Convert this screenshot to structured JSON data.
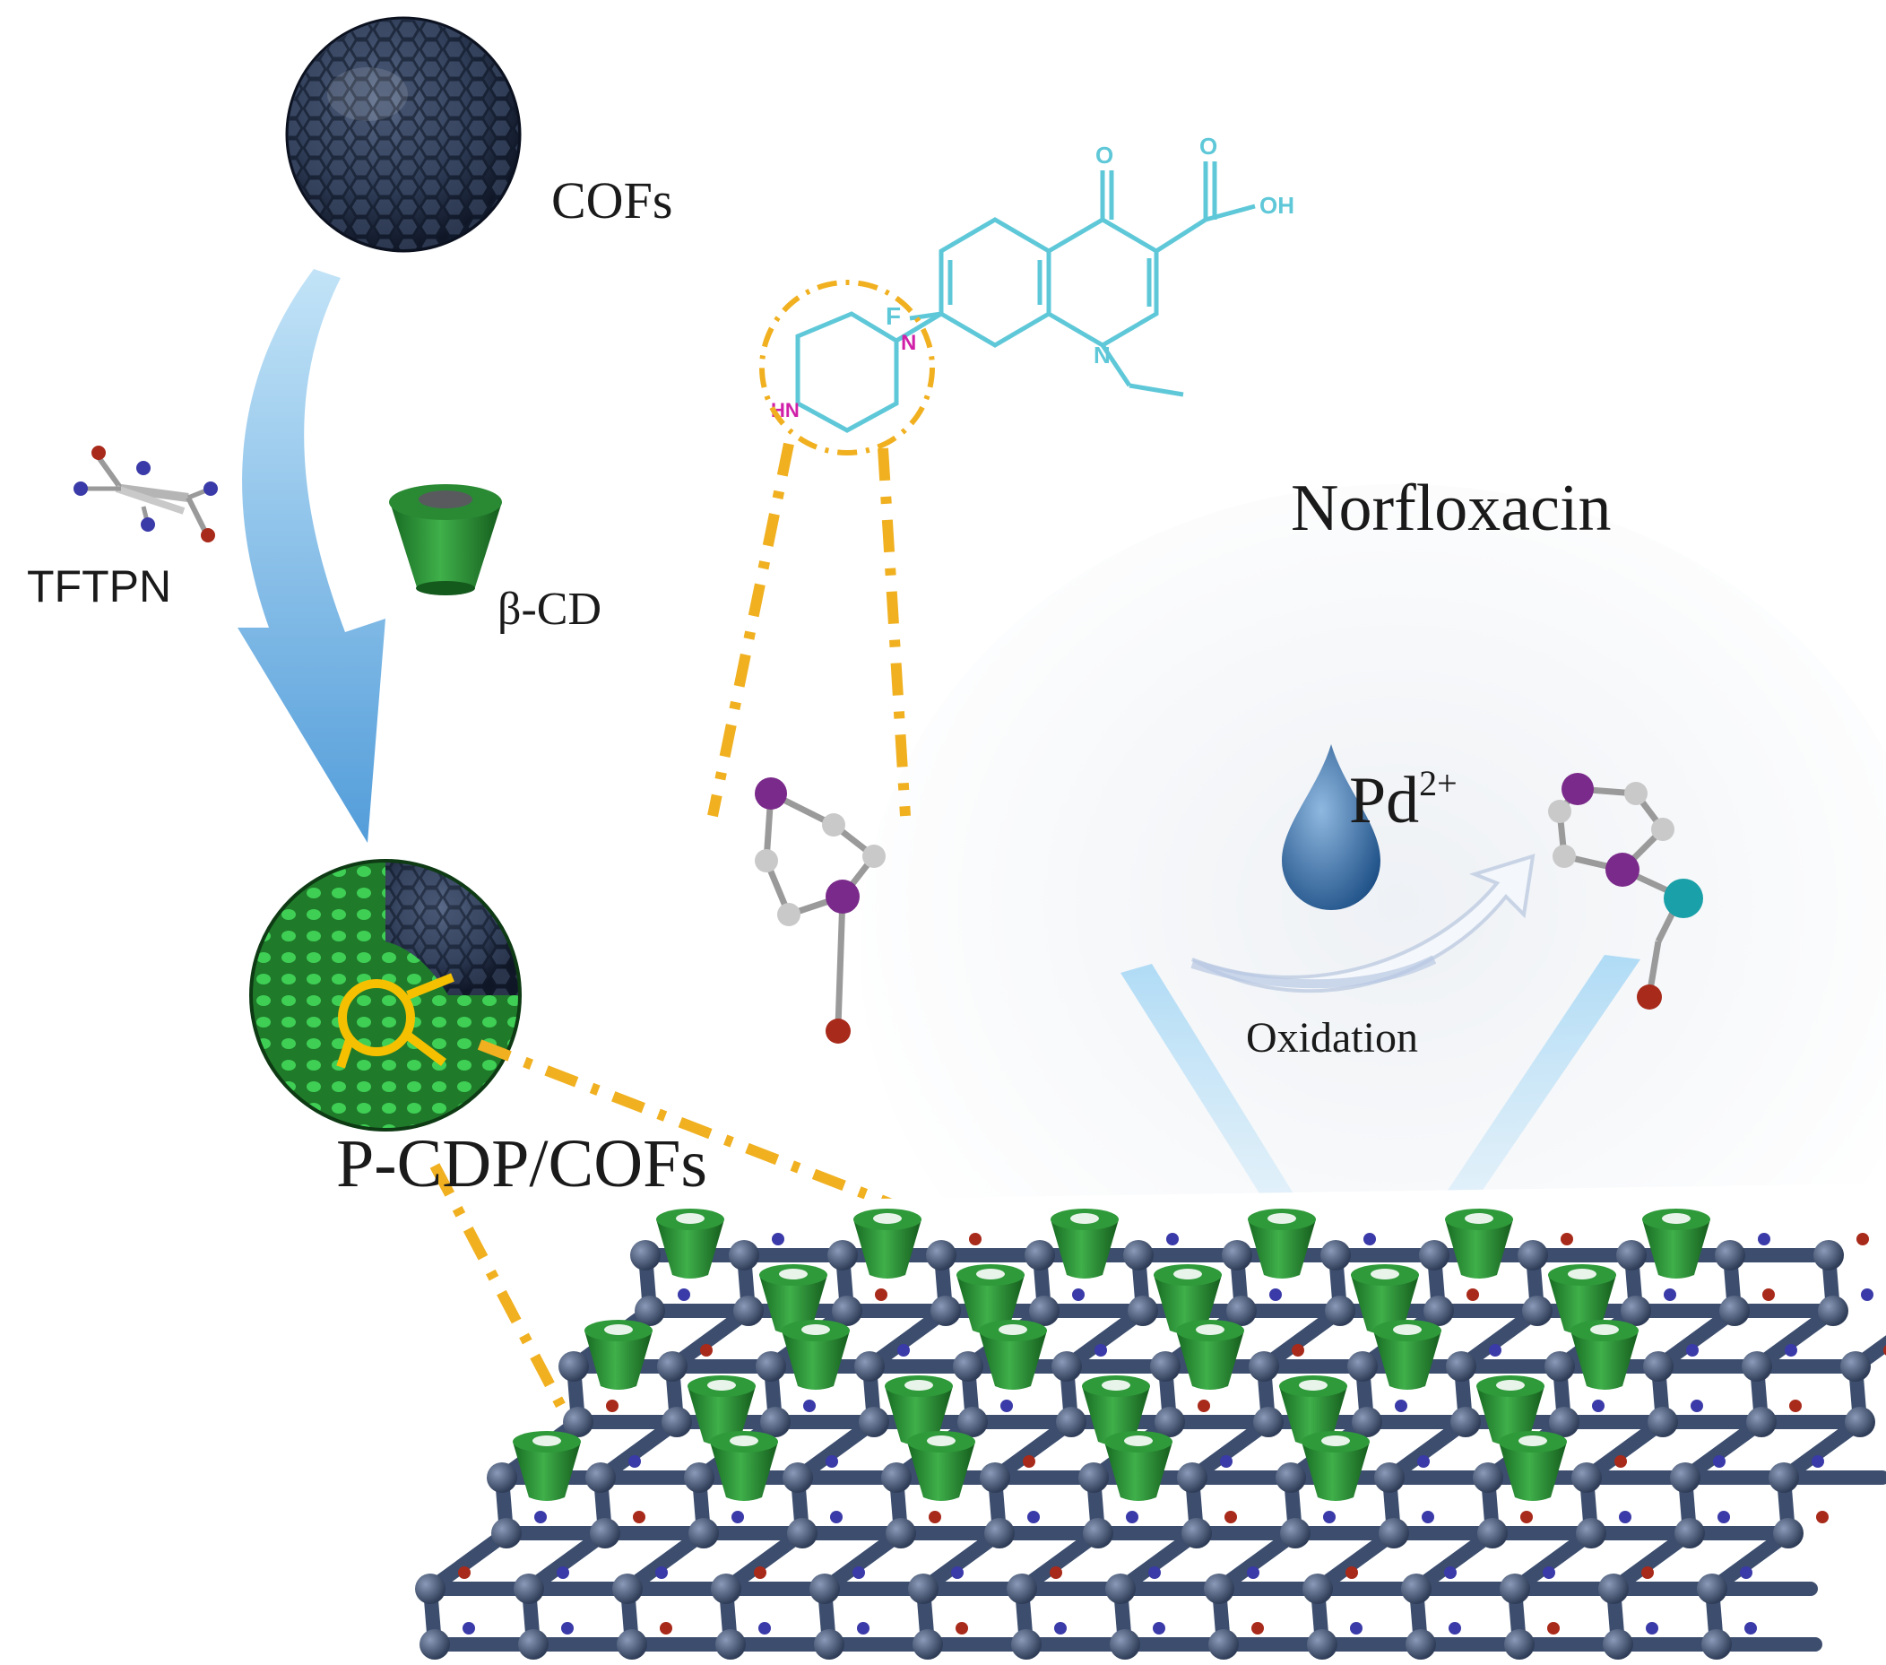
{
  "labels": {
    "cofs": "COFs",
    "tftpn": "TFTPN",
    "beta_cd": "β-CD",
    "norfloxacin": "Norfloxacin",
    "pd": "Pd",
    "pd_charge": "2+",
    "oxidation": "Oxidation",
    "pcdp_cofs": "P-CDP/COFs"
  },
  "molecule_atoms": {
    "oxygen_1": "O",
    "oxygen_2": "O",
    "hydroxyl": "OH",
    "fluorine": "F",
    "nitrogen_ring": "N",
    "nitrogen_piperazine": "N",
    "hn_piperazine": "HN"
  },
  "colors": {
    "cof_dark": "#2f3d58",
    "cd_green": "#2f9a3a",
    "dash_orange": "#f0b020",
    "molecule_cyan": "#5fc8d8",
    "atom_purple": "#7a2a8a",
    "atom_red": "#a82a1a",
    "atom_teal": "#1aa0a8",
    "arrow_blue": "#5aa8e0"
  }
}
